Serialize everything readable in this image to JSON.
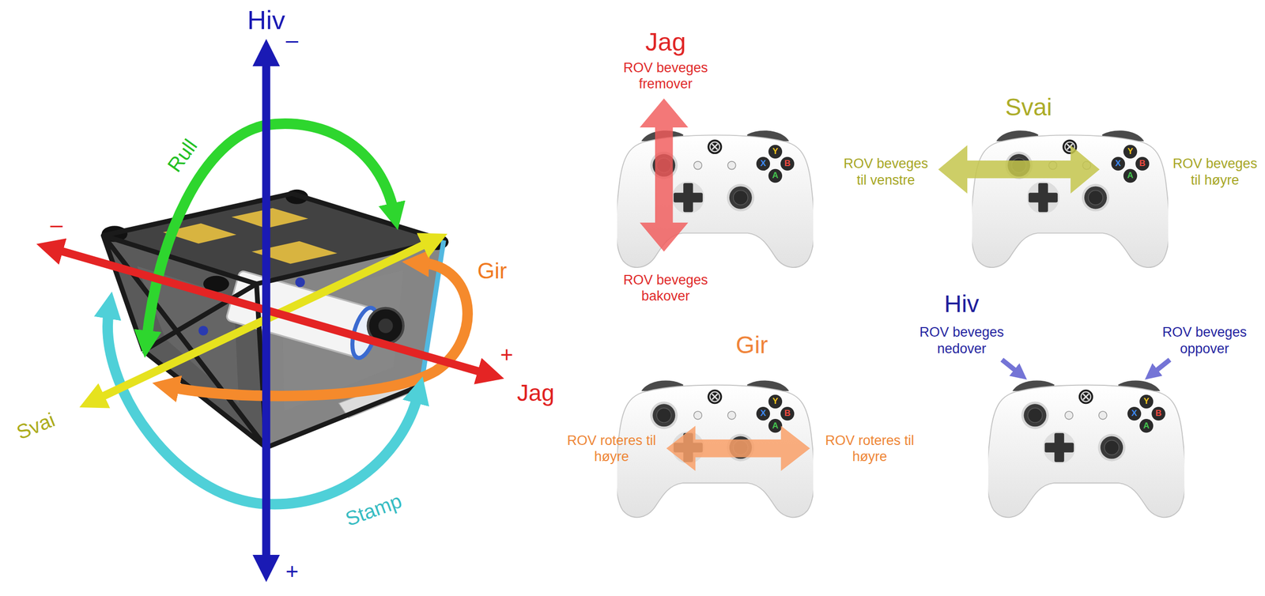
{
  "diagram": {
    "labels": [
      "Hiv",
      "–",
      "Rull",
      "–",
      "Gir",
      "+",
      "Jag",
      "Svai",
      "Stamp",
      "+",
      "Jag",
      "ROV beveges fremover",
      "ROV beveges bakover",
      "Y",
      "X",
      "B",
      "A",
      "Svai",
      "ROV beveges til venstre",
      "ROV beveges til høyre",
      "Y",
      "X",
      "B",
      "A",
      "Hiv",
      "ROV beveges nedover",
      "ROV beveges oppover",
      "Y",
      "X",
      "B",
      "A",
      "Gir",
      "ROV roteres til høyre",
      "ROV roteres til høyre",
      "Y",
      "X",
      "B",
      "A"
    ]
  }
}
